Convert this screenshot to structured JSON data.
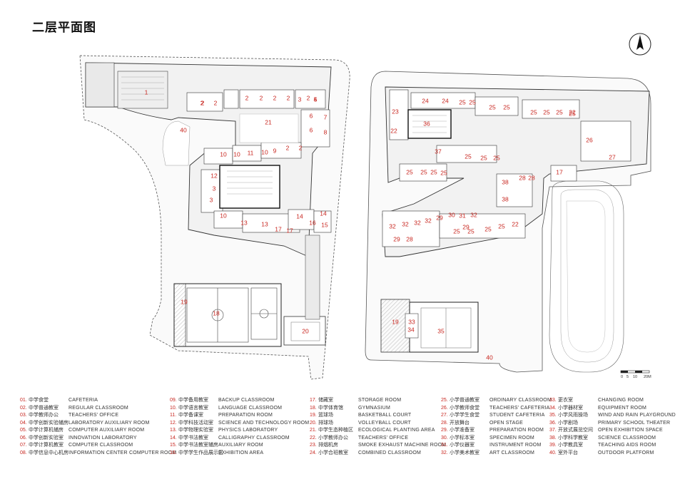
{
  "title": "二层平面图",
  "north": "N",
  "scale_labels": [
    "0",
    "5",
    "10",
    "20M"
  ],
  "room_labels": {
    "left": [
      "1",
      "2",
      "2",
      "2",
      "2",
      "2",
      "2",
      "2",
      "3",
      "4",
      "5",
      "2",
      "40",
      "21",
      "6",
      "7",
      "6",
      "8",
      "10",
      "10",
      "11",
      "10",
      "9",
      "2",
      "2",
      "12",
      "3",
      "3",
      "10",
      "13",
      "13",
      "17",
      "17",
      "14",
      "16",
      "15",
      "14",
      "18",
      "19",
      "20"
    ],
    "right": [
      "24",
      "24",
      "25",
      "25",
      "25",
      "23",
      "22",
      "36",
      "25",
      "25",
      "25",
      "25",
      "25",
      "22",
      "26",
      "27",
      "25",
      "25",
      "25",
      "37",
      "25",
      "25",
      "25",
      "25",
      "28",
      "28",
      "17",
      "38",
      "38",
      "32",
      "32",
      "32",
      "32",
      "29",
      "30",
      "31",
      "32",
      "25",
      "25",
      "25",
      "25",
      "22",
      "29",
      "28",
      "29",
      "19",
      "35",
      "33",
      "34",
      "40"
    ]
  },
  "legend": [
    [
      {
        "num": "01.",
        "cn": "中学食堂",
        "en": "CAFETERIA"
      },
      {
        "num": "02.",
        "cn": "中学普通教室",
        "en": "REGULAR CLASSROOM"
      },
      {
        "num": "03.",
        "cn": "中学教师办公",
        "en": "TEACHERS' OFFICE"
      },
      {
        "num": "04.",
        "cn": "中学创新实验辅房",
        "en": "LABORATORY AUXILIARY ROOM"
      },
      {
        "num": "05.",
        "cn": "中学计算机辅房",
        "en": "COMPUTER AUXILIARY ROOM"
      },
      {
        "num": "06.",
        "cn": "中学创新实验室",
        "en": "INNOVATION LABORATORY"
      },
      {
        "num": "07.",
        "cn": "中学计算机教室",
        "en": "COMPUTER CLASSROOM"
      },
      {
        "num": "08.",
        "cn": "中学信息中心机房",
        "en": "INFORMATION CENTER COMPUTER ROOM"
      }
    ],
    [
      {
        "num": "09.",
        "cn": "中学备用教室",
        "en": "BACKUP CLASSROOM"
      },
      {
        "num": "10.",
        "cn": "中学语言教室",
        "en": "LANGUAGE CLASSROOM"
      },
      {
        "num": "11.",
        "cn": "中学备课室",
        "en": "PREPARATION ROOM"
      },
      {
        "num": "12.",
        "cn": "中学科技活动室",
        "en": "SCIENCE AND TECHNOLOGY ROOM"
      },
      {
        "num": "13.",
        "cn": "中学物理实验室",
        "en": "PHYSICS LABORATORY"
      },
      {
        "num": "14.",
        "cn": "中学书法教室",
        "en": "CALLIGRAPHY CLASSROOM"
      },
      {
        "num": "15.",
        "cn": "中学书法教室辅房",
        "en": "AUXILIARY ROOM"
      },
      {
        "num": "16.",
        "cn": "中学学生作品展示区",
        "en": "EXHIBITION AREA"
      }
    ],
    [
      {
        "num": "17.",
        "cn": "储藏室",
        "en": "STORAGE ROOM"
      },
      {
        "num": "18.",
        "cn": "中学体育馆",
        "en": "GYMNASIUM"
      },
      {
        "num": "19.",
        "cn": "篮球场",
        "en": "BASKETBALL COURT"
      },
      {
        "num": "20.",
        "cn": "排球场",
        "en": "VOLLEYBALL COURT"
      },
      {
        "num": "21.",
        "cn": "中学生态种植区",
        "en": "ECOLOGICAL PLANTING AREA"
      },
      {
        "num": "22.",
        "cn": "小学教师办公",
        "en": "TEACHERS' OFFICE"
      },
      {
        "num": "23.",
        "cn": "排烟机房",
        "en": "SMOKE EXHAUST MACHINE ROOM"
      },
      {
        "num": "24.",
        "cn": "小学合班教室",
        "en": "COMBINED CLASSROOM"
      }
    ],
    [
      {
        "num": "25.",
        "cn": "小学普通教室",
        "en": "ORDINARY CLASSROOM"
      },
      {
        "num": "26.",
        "cn": "小学教师食堂",
        "en": "TEACHERS' CAFETERIA"
      },
      {
        "num": "27.",
        "cn": "小学学生食堂",
        "en": "STUDENT CAFETERIA"
      },
      {
        "num": "28.",
        "cn": "开放舞台",
        "en": "OPEN STAGE"
      },
      {
        "num": "29.",
        "cn": "小学准备室",
        "en": "PREPARATION ROOM"
      },
      {
        "num": "30.",
        "cn": "小学标本室",
        "en": "SPECIMEN ROOM"
      },
      {
        "num": "31.",
        "cn": "小学仪器室",
        "en": "INSTRUMENT ROOM"
      },
      {
        "num": "32.",
        "cn": "小学美术教室",
        "en": "ART CLASSROOM"
      }
    ],
    [
      {
        "num": "33.",
        "cn": "更衣室",
        "en": "CHANGING ROOM"
      },
      {
        "num": "34.",
        "cn": "小学器材室",
        "en": "EQUIPMENT ROOM"
      },
      {
        "num": "35.",
        "cn": "小学风雨操场",
        "en": "WIND AND RAIN PLAYGROUND"
      },
      {
        "num": "36.",
        "cn": "小学剧场",
        "en": "PRIMARY SCHOOL THEATER"
      },
      {
        "num": "37.",
        "cn": "开放式展览空间",
        "en": "OPEN EXHIBITION SPACE"
      },
      {
        "num": "38.",
        "cn": "小学科学教室",
        "en": "SCIENCE CLASSROOM"
      },
      {
        "num": "39.",
        "cn": "小学教具室",
        "en": "TEACHING AIDS ROOM"
      },
      {
        "num": "40.",
        "cn": "室外平台",
        "en": "OUTDOOR PLATFORM"
      }
    ]
  ]
}
